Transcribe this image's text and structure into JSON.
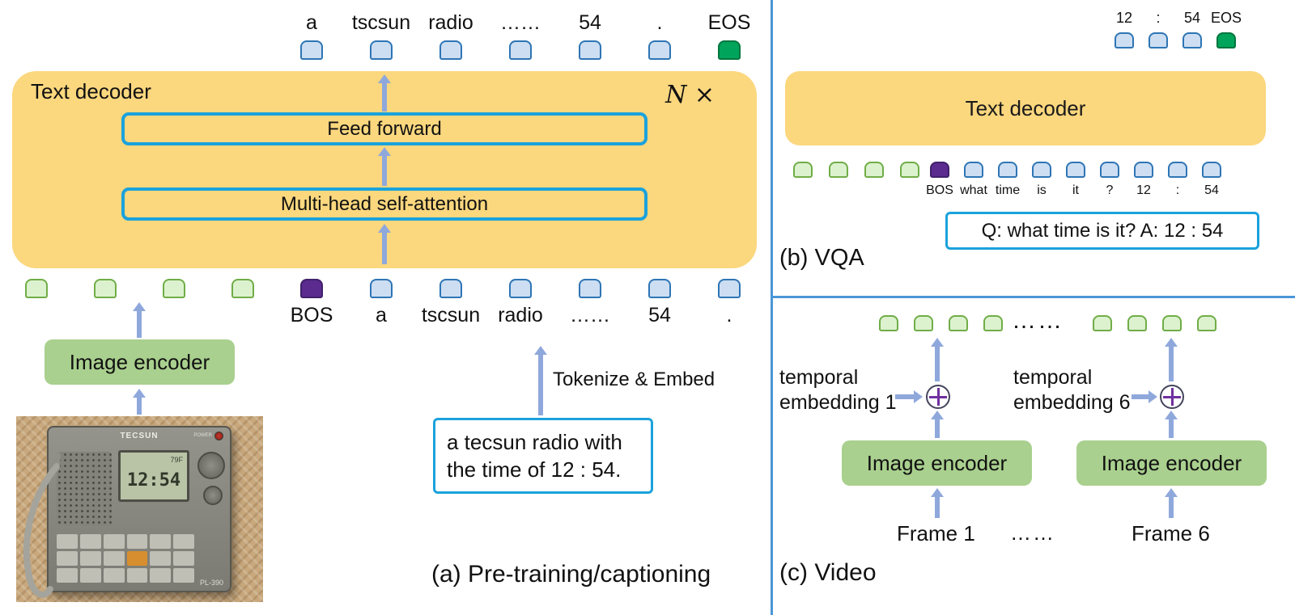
{
  "colors": {
    "accent_blue": "#1BA2DC",
    "arrow": "#8FA8DC",
    "decoder_fill": "#FBD77E",
    "token_text_fill": "#CDDEF2",
    "token_text_border": "#2E75B5",
    "token_image_fill": "#DCF2CF",
    "token_image_border": "#70AD47",
    "bos_fill": "#5B2B8F",
    "eos_fill": "#00A45A",
    "encoder_fill": "#A9D08E",
    "divider": "#4B96D8"
  },
  "panel_a": {
    "caption": "(a) Pre-training/captioning",
    "decoder_label": "Text decoder",
    "repeat_label": "N ×",
    "feed_forward_label": "Feed forward",
    "attention_label": "Multi-head self-attention",
    "encoder_label": "Image encoder",
    "tokenize_label": "Tokenize & Embed",
    "output_tokens": [
      {
        "label": "a",
        "type": "text"
      },
      {
        "label": "tscsun",
        "type": "text"
      },
      {
        "label": "radio",
        "type": "text"
      },
      {
        "label": "……",
        "type": "text"
      },
      {
        "label": "54",
        "type": "text"
      },
      {
        "label": ".",
        "type": "text"
      },
      {
        "label": "EOS",
        "type": "eos"
      }
    ],
    "image_tokens": [
      {
        "type": "image"
      },
      {
        "type": "image"
      },
      {
        "type": "image"
      },
      {
        "type": "image"
      }
    ],
    "input_tokens": [
      {
        "label": "BOS",
        "type": "bos"
      },
      {
        "label": "a",
        "type": "text"
      },
      {
        "label": "tscsun",
        "type": "text"
      },
      {
        "label": "radio",
        "type": "text"
      },
      {
        "label": "……",
        "type": "text"
      },
      {
        "label": "54",
        "type": "text"
      },
      {
        "label": ".",
        "type": "text"
      }
    ],
    "source_text_line1": "a tecsun radio with",
    "source_text_line2": "the time of 12 : 54.",
    "radio": {
      "brand": "TECSUN",
      "power_label": "POWER",
      "display_temp": "79F",
      "display_time": "12:54",
      "model": "PL-390"
    }
  },
  "panel_b": {
    "caption": "(b) VQA",
    "decoder_label": "Text decoder",
    "output_tokens": [
      {
        "label": "12",
        "type": "text"
      },
      {
        "label": ":",
        "type": "text"
      },
      {
        "label": "54",
        "type": "text"
      },
      {
        "label": "EOS",
        "type": "eos"
      }
    ],
    "image_tokens": [
      {
        "type": "image"
      },
      {
        "type": "image"
      },
      {
        "type": "image"
      },
      {
        "type": "image"
      }
    ],
    "input_tokens": [
      {
        "label": "BOS",
        "type": "bos"
      },
      {
        "label": "what",
        "type": "text"
      },
      {
        "label": "time",
        "type": "text"
      },
      {
        "label": "is",
        "type": "text"
      },
      {
        "label": "it",
        "type": "text"
      },
      {
        "label": "?",
        "type": "text"
      },
      {
        "label": "12",
        "type": "text"
      },
      {
        "label": ":",
        "type": "text"
      },
      {
        "label": "54",
        "type": "text"
      }
    ],
    "qa_text": "Q: what time is it? A: 12 : 54"
  },
  "panel_c": {
    "caption": "(c) Video",
    "frame_tokens_left": [
      {
        "type": "image"
      },
      {
        "type": "image"
      },
      {
        "type": "image"
      },
      {
        "type": "image"
      }
    ],
    "frame_tokens_right": [
      {
        "type": "image"
      },
      {
        "type": "image"
      },
      {
        "type": "image"
      },
      {
        "type": "image"
      }
    ],
    "tokens_ellipsis": "……",
    "temporal_1_line1": "temporal",
    "temporal_1_line2": "embedding 1",
    "temporal_6_line1": "temporal",
    "temporal_6_line2": "embedding 6",
    "encoder_label": "Image encoder",
    "frame_1_label": "Frame 1",
    "frames_ellipsis": "……",
    "frame_6_label": "Frame 6"
  }
}
